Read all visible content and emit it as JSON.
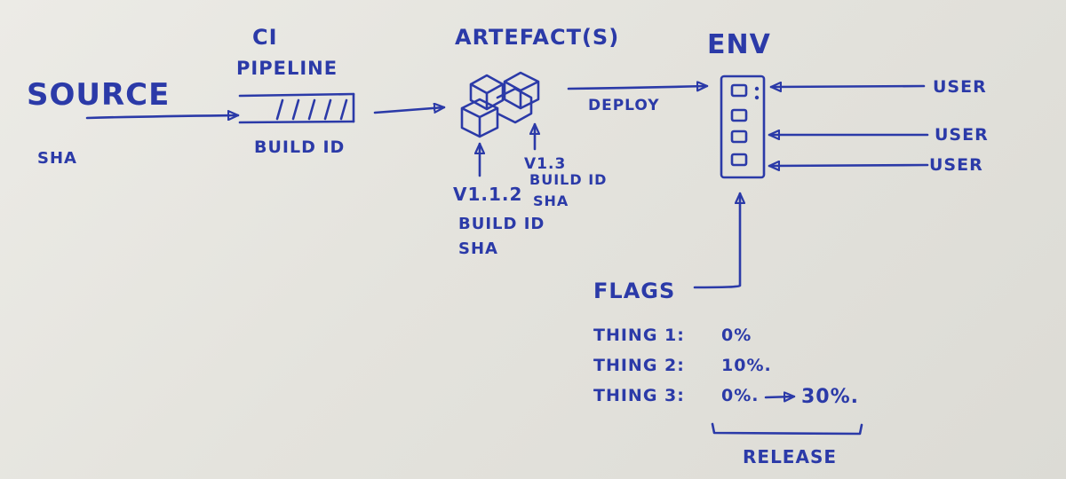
{
  "source": {
    "label": "SOURCE",
    "sub": "SHA"
  },
  "pipeline": {
    "label_top": "CI",
    "label_mid": "PIPELINE",
    "label_bottom": "BUILD ID"
  },
  "artefacts": {
    "label": "ARTEFACT(S)",
    "v1": {
      "version": "V1.1.2",
      "l1": "BUILD ID",
      "l2": "SHA"
    },
    "v2": {
      "version": "V1.3",
      "l1": "BUILD ID",
      "l2": "SHA"
    }
  },
  "deploy": {
    "label": "DEPLOY"
  },
  "env": {
    "label": "ENV"
  },
  "users": [
    "USER",
    "USER",
    "USER"
  ],
  "flags": {
    "label": "FLAGS",
    "items": [
      {
        "name": "THING 1:",
        "value": "0%"
      },
      {
        "name": "THING 2:",
        "value": "10%."
      },
      {
        "name": "THING 3:",
        "value": "0%.",
        "target": "30%."
      }
    ]
  },
  "release": {
    "label": "RELEASE"
  },
  "ink_color": "#2b3aa8"
}
